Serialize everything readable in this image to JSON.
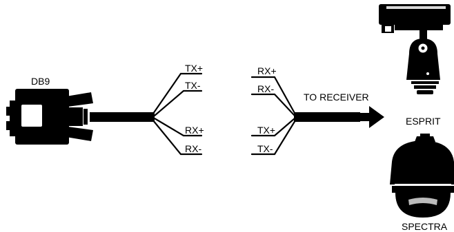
{
  "colors": {
    "ink": "#000000",
    "paper": "#ffffff",
    "dome_shade": "#bbbbbb"
  },
  "connector": {
    "label": "DB9"
  },
  "left_wires": {
    "top_pair": [
      "TX+",
      "TX-"
    ],
    "bottom_pair": [
      "RX+",
      "RX-"
    ]
  },
  "right_wires": {
    "top_pair": [
      "RX+",
      "RX-"
    ],
    "bottom_pair": [
      "TX+",
      "TX-"
    ]
  },
  "arrow": {
    "label": "TO RECEIVER"
  },
  "cameras": {
    "esprit": "ESPRIT",
    "spectra": "SPECTRA"
  }
}
